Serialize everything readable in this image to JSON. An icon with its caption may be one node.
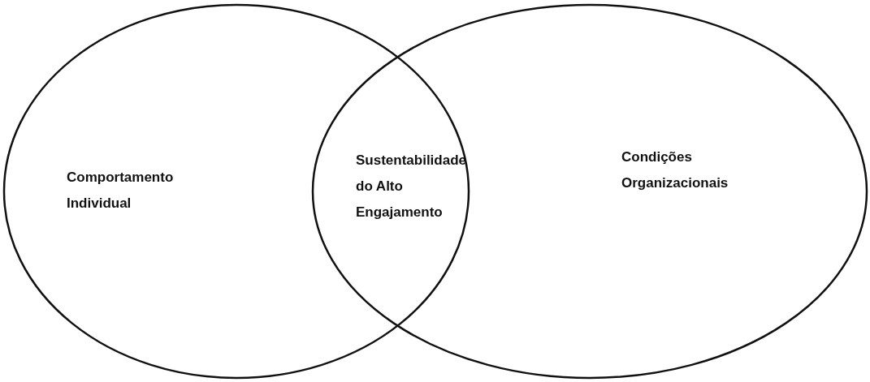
{
  "diagram": {
    "nodes": [
      {
        "text": [
          "Comportamento Individual"
        ]
      },
      {
        "text": [
          "Condições Organizacionais"
        ]
      }
    ],
    "labels": [
      "Sustentabilidade do Alto Engajamento"
    ]
  }
}
